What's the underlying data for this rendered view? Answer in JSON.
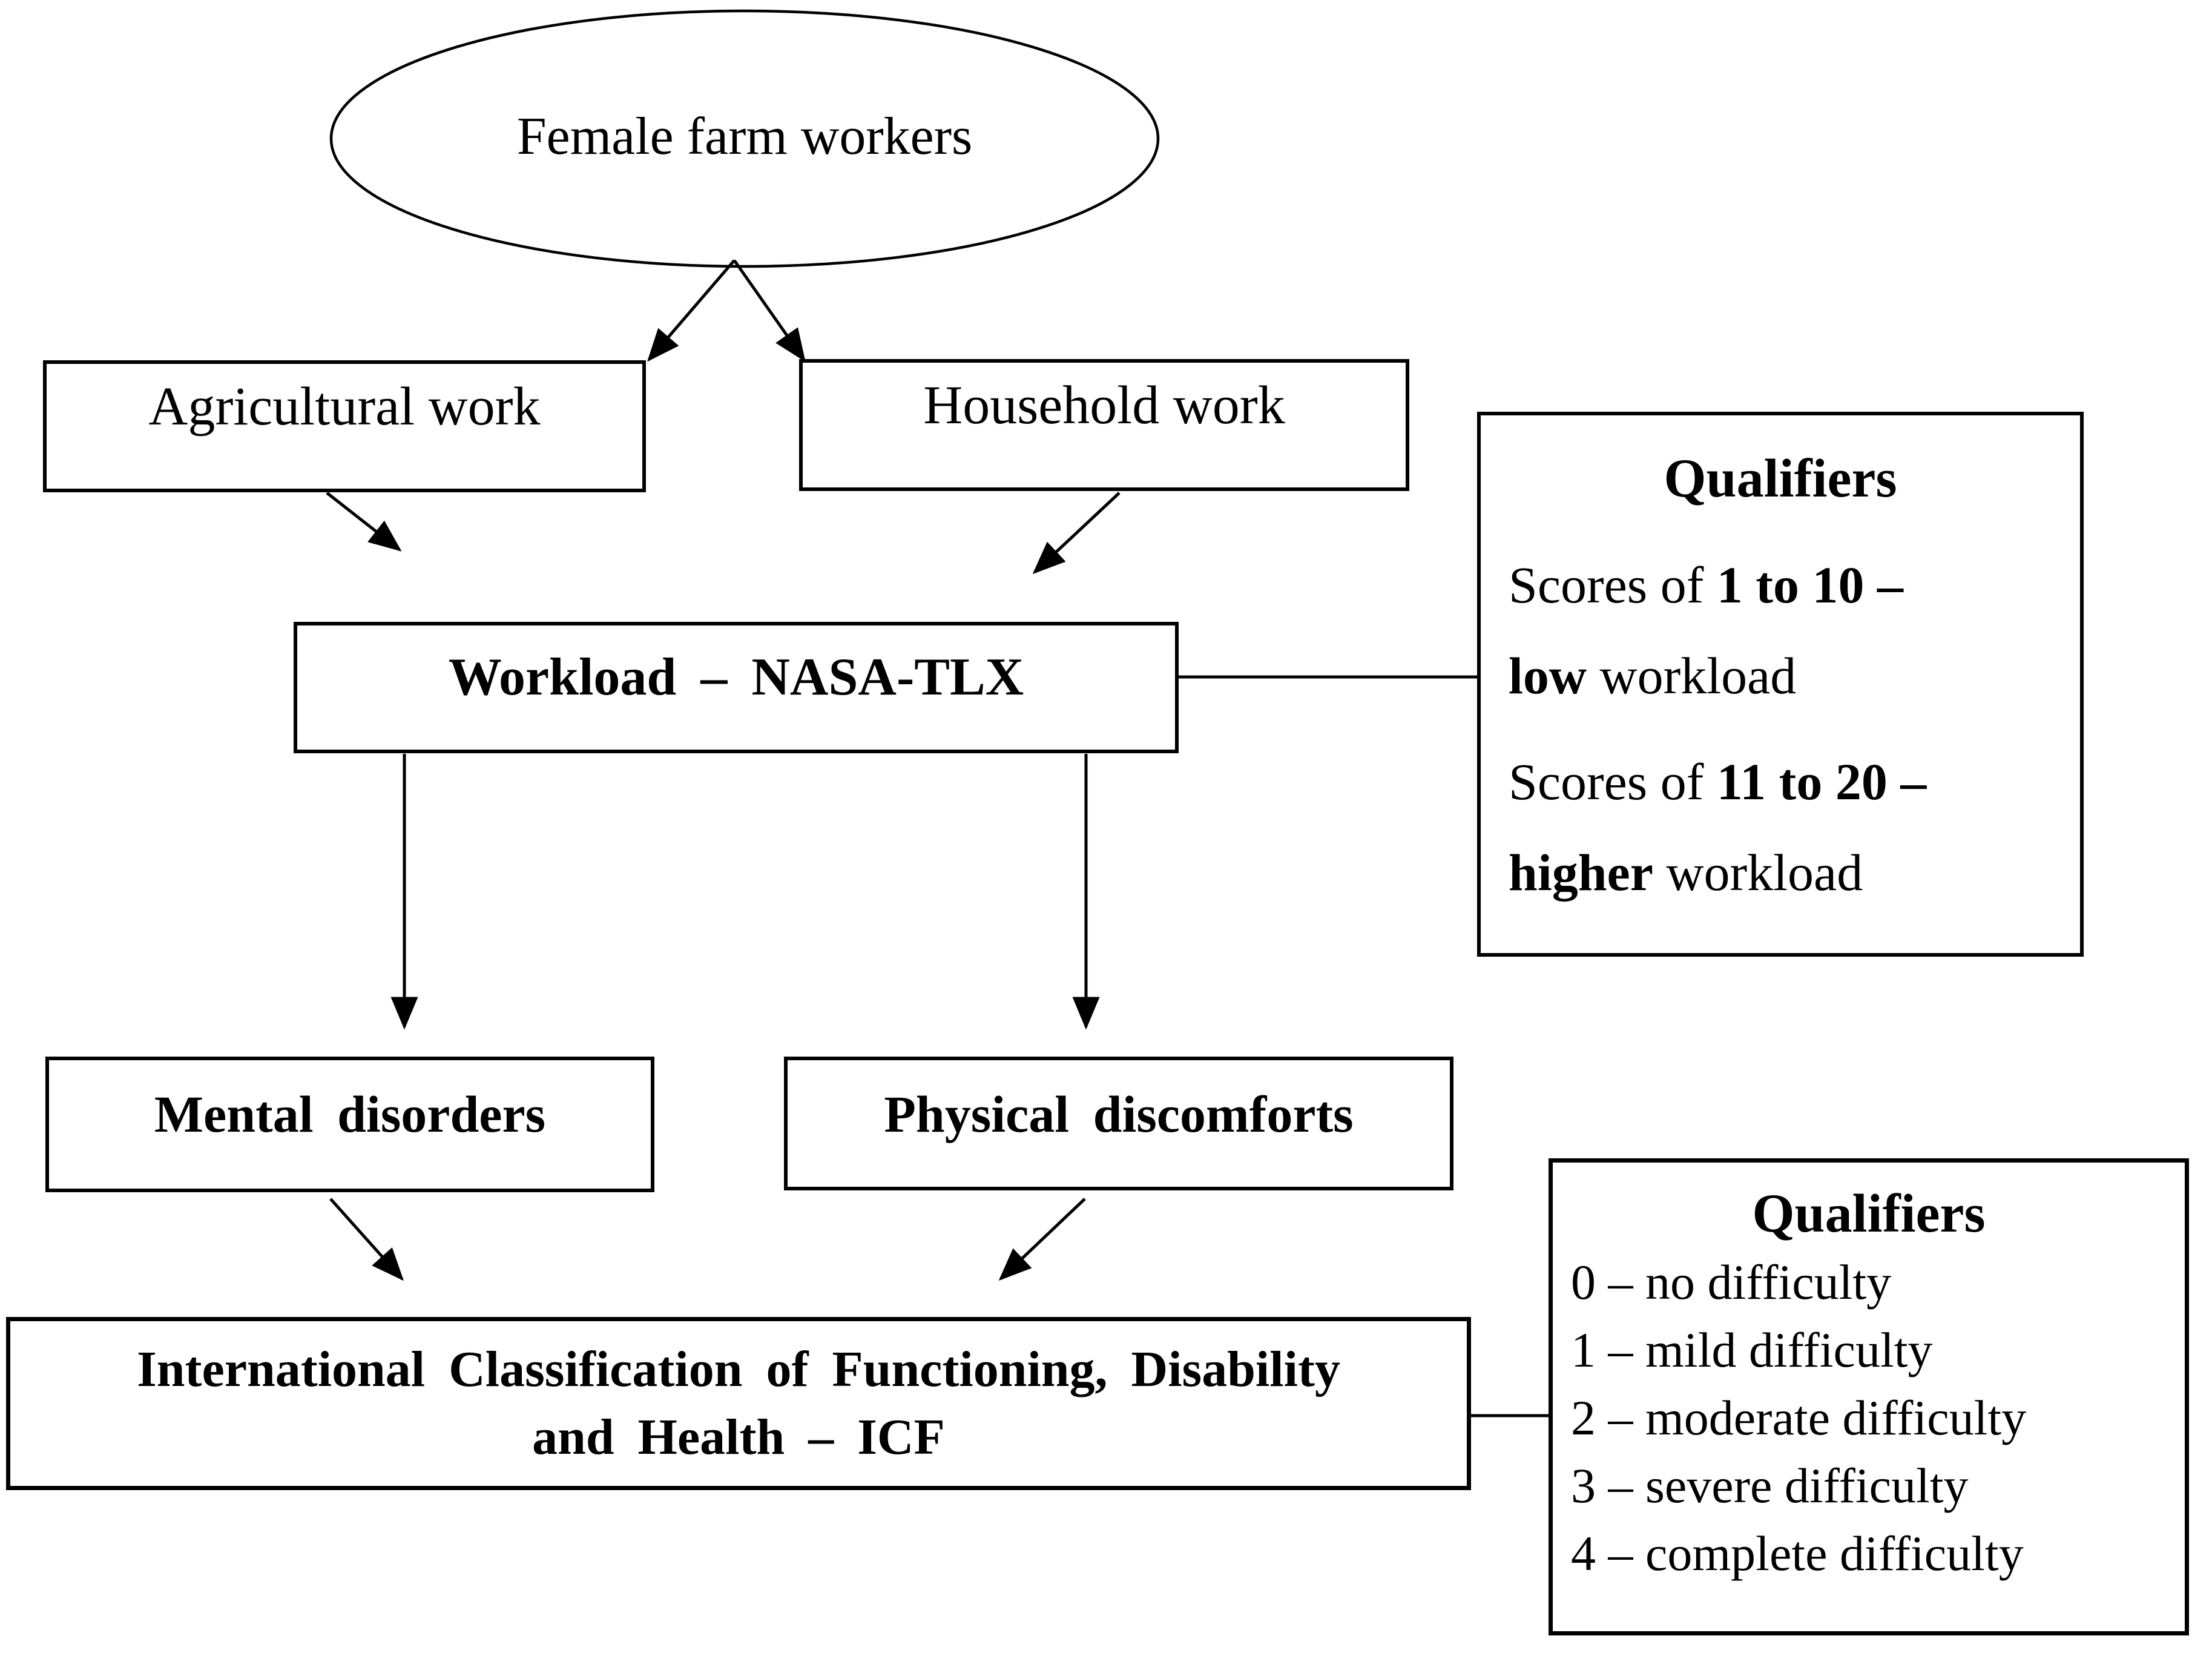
{
  "page": {
    "background": "#ffffff",
    "ink": "#000000",
    "figure_type": "flowchart"
  },
  "nodes": {
    "female_farm_workers": {
      "label": "Female farm workers",
      "shape": "ellipse"
    },
    "agricultural_work": {
      "label": "Agricultural work",
      "shape": "rect"
    },
    "household_work": {
      "label": "Household work",
      "shape": "rect"
    },
    "workload": {
      "label": "Workload – NASA-TLX",
      "shape": "rect"
    },
    "mental_disorders": {
      "label": "Mental disorders",
      "shape": "rect"
    },
    "physical_discomforts": {
      "label": "Physical discomforts",
      "shape": "rect"
    },
    "icf": {
      "line1": "International Classification of Functioning, Disability",
      "line2": "and Health – ICF",
      "shape": "rect"
    }
  },
  "qualifiers_top": {
    "title": "Qualifiers",
    "para1": {
      "seg1": "Scores of ",
      "seg2": "1 to 10 –",
      "seg3": "low",
      "seg4": " workload"
    },
    "para2": {
      "seg1": "Scores of ",
      "seg2": "11 to 20 –",
      "seg3": "higher",
      "seg4": " workload"
    }
  },
  "qualifiers_bottom": {
    "title": "Qualifiers",
    "items": [
      "0 – no difficulty",
      "1 – mild difficulty",
      "2 – moderate difficulty",
      "3 – severe difficulty",
      "4 – complete difficulty"
    ]
  }
}
